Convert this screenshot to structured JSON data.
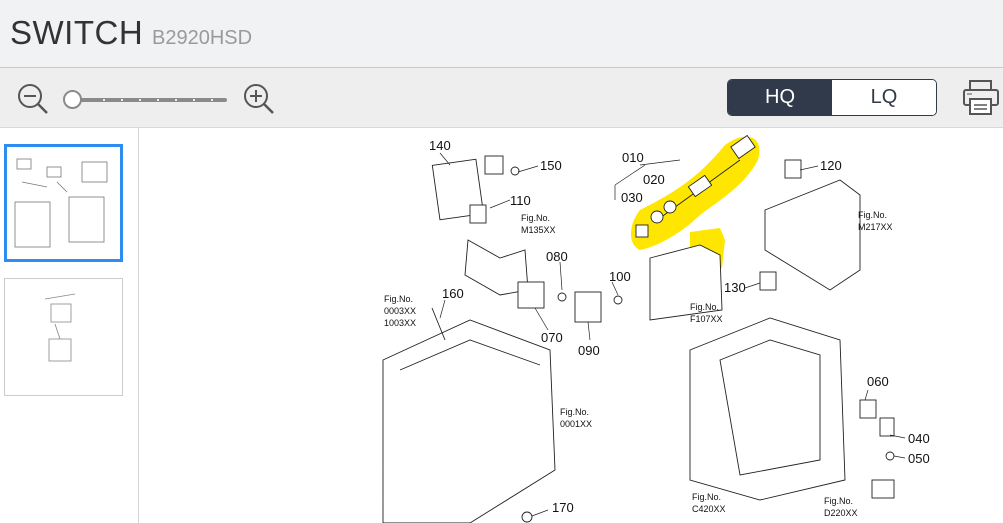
{
  "header": {
    "title": "SWITCH",
    "model": "B2920HSD"
  },
  "toolbar": {
    "zoom_out": "zoom-out",
    "zoom_in": "zoom-in",
    "zoom_level": 0,
    "hq_label": "HQ",
    "lq_label": "LQ",
    "selected_quality": "HQ",
    "print": "print"
  },
  "sidebar": {
    "selected_page": 1,
    "page_count": 2
  },
  "diagram": {
    "highlight_color": "#ffe600",
    "parts": [
      "010",
      "020",
      "030",
      "040",
      "050",
      "060",
      "070",
      "080",
      "090",
      "100",
      "110",
      "120",
      "130",
      "140",
      "150",
      "160",
      "170"
    ],
    "figs": [
      {
        "label": "Fig.No.",
        "code": "M135XX"
      },
      {
        "label": "Fig.No.",
        "code": "M217XX"
      },
      {
        "label": "Fig.No.",
        "code": "F107XX"
      },
      {
        "label": "Fig.No.",
        "code": "0003XX",
        "code2": "1003XX"
      },
      {
        "label": "Fig.No.",
        "code": "0001XX"
      },
      {
        "label": "Fig.No.",
        "code": "C420XX"
      },
      {
        "label": "Fig.No.",
        "code": "D220XX"
      }
    ]
  }
}
